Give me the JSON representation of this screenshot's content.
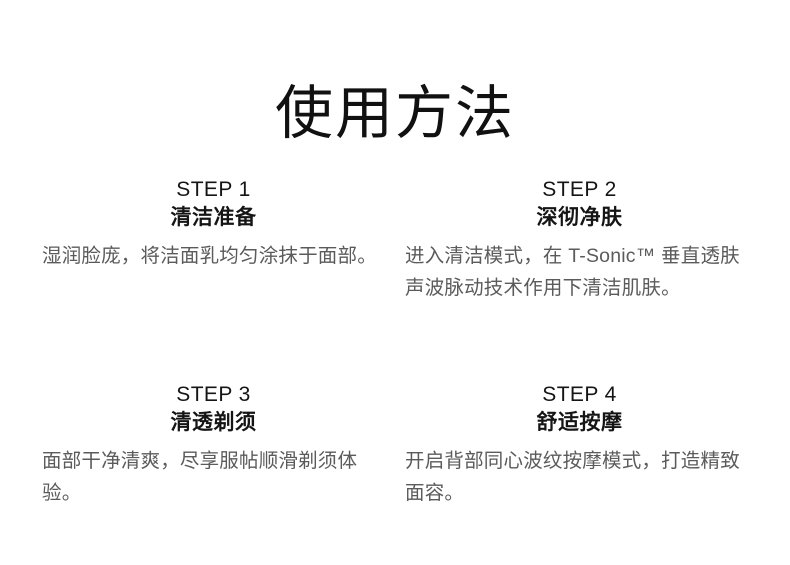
{
  "page": {
    "title": "使用方法",
    "background_color": "#ffffff",
    "title_color": "#111111",
    "step_label_color": "#151515",
    "step_heading_color": "#151515",
    "body_text_color": "#5b5b5b"
  },
  "steps": [
    {
      "label": "STEP 1",
      "heading": "清洁准备",
      "body": "湿润脸庞，将洁面乳均匀涂抹于面部。"
    },
    {
      "label": "STEP 2",
      "heading": "深彻净肤",
      "body": "进入清洁模式，在 T-Sonic™ 垂直透肤声波脉动技术作用下清洁肌肤。"
    },
    {
      "label": "STEP 3",
      "heading": "清透剃须",
      "body": "面部干净清爽，尽享服帖顺滑剃须体验。"
    },
    {
      "label": "STEP 4",
      "heading": "舒适按摩",
      "body": "开启背部同心波纹按摩模式，打造精致面容。"
    }
  ]
}
